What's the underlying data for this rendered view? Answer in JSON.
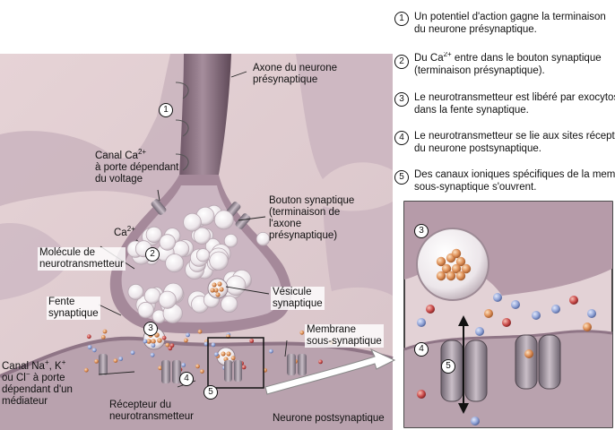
{
  "steps": [
    {
      "num": "1",
      "text_pre": "Un potentiel d'action gagne la terminaison",
      "text_line2": "du neurone présynaptique."
    },
    {
      "num": "2",
      "text_pre": "Du Ca",
      "sup": "2+",
      "text_post": " entre dans le bouton synaptique",
      "text_line2": "(terminaison présynaptique)."
    },
    {
      "num": "3",
      "text_pre": "Le neurotransmetteur est libéré par exocytose",
      "text_line2": "dans la fente synaptique."
    },
    {
      "num": "4",
      "text_pre": "Le neurotransmetteur se lie aux sites récepteur",
      "text_line2": "du neurone postsynaptique."
    },
    {
      "num": "5",
      "text_pre": "Des canaux ioniques spécifiques de la membra",
      "text_line2": "sous-synaptique s'ouvrent."
    }
  ],
  "labels": {
    "axone": [
      "Axone du neurone",
      "présynaptique"
    ],
    "canal_ca": [
      "Canal Ca",
      "à porte dépendant",
      "du voltage"
    ],
    "canal_ca_sup": "2+",
    "ca_ion": "Ca",
    "ca_ion_sup": "2+",
    "bouton": [
      "Bouton synaptique",
      "(terminaison de",
      "l'axone",
      "présynaptique)"
    ],
    "molecule": [
      "Molécule de",
      "neurotransmetteur"
    ],
    "vesicule": [
      "Vésicule",
      "synaptique"
    ],
    "fente": [
      "Fente",
      "synaptique"
    ],
    "membrane": [
      "Membrane",
      "sous-synaptique"
    ],
    "canal_na": [
      "Canal Na",
      ", K",
      "ou Cl",
      " à porte",
      "dépendant d'un",
      "médiateur"
    ],
    "canal_na_sups": [
      "+",
      "+",
      "−"
    ],
    "recepteur": [
      "Récepteur du",
      "neurotransmetteur"
    ],
    "neurone_post": "Neurone postsynaptique"
  },
  "diagram_markers": [
    "1",
    "2",
    "3",
    "4",
    "5"
  ],
  "inset_markers": [
    "3",
    "4",
    "5"
  ],
  "colors": {
    "background": "#e8d7da",
    "neuron": "#b9a2ae",
    "neuron_dark": "#8f7586",
    "vesicle": "#e9e3e6",
    "nt_ball": "#d9894f",
    "blue_ball": "#8c9fd4",
    "red_ball": "#c94a4a",
    "cleft": "#d9cdd2"
  }
}
